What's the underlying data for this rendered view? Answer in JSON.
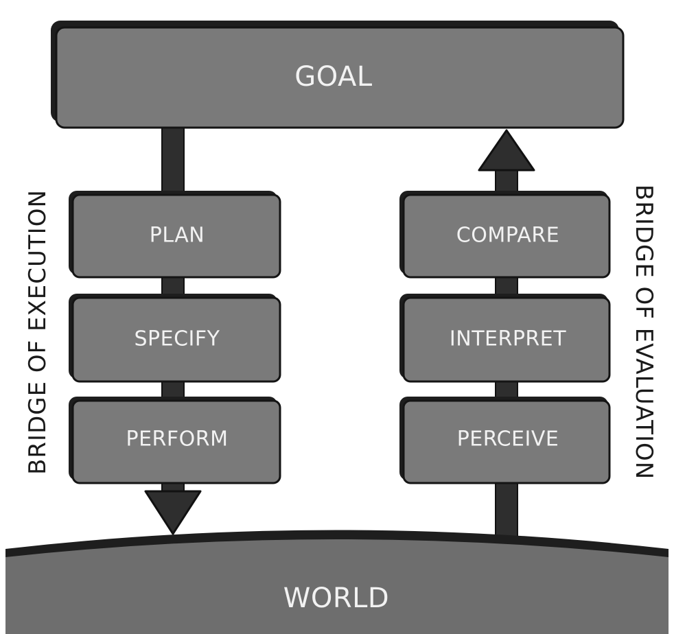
{
  "goal": {
    "label": "GOAL"
  },
  "execution": {
    "bridge_label": "BRIDGE OF EXECUTION",
    "steps": [
      "PLAN",
      "SPECIFY",
      "PERFORM"
    ]
  },
  "evaluation": {
    "bridge_label": "BRIDGE OF EVALUATION",
    "steps": [
      "COMPARE",
      "INTERPRET",
      "PERCEIVE"
    ]
  },
  "world": {
    "label": "WORLD"
  },
  "colors": {
    "box_fill": "#7a7a7a",
    "box_shadow": "#1e1e1e",
    "box_outline": "#141414",
    "box_text": "#f2f2f2",
    "arrow": "#2e2e2e",
    "world_fill": "#6e6e6e"
  }
}
